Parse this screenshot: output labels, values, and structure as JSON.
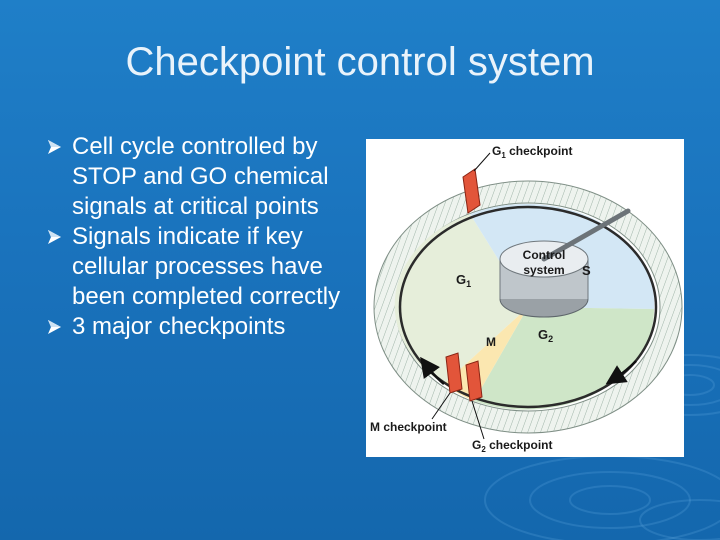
{
  "slide": {
    "title": "Checkpoint control system",
    "bullets": [
      {
        "text": "Cell cycle controlled by STOP and GO chemical signals at critical points"
      },
      {
        "text": "Signals indicate if key cellular processes have been completed correctly"
      },
      {
        "text": "3 major checkpoints"
      }
    ]
  },
  "diagram": {
    "g1_checkpoint_label": "G",
    "g1_checkpoint_sub": "1",
    "g1_checkpoint_suffix": " checkpoint",
    "control_system_line1": "Control",
    "control_system_line2": "system",
    "phase_g1": "G",
    "phase_g1_sub": "1",
    "phase_s": "S",
    "phase_g2": "G",
    "phase_g2_sub": "2",
    "phase_m": "M",
    "m_checkpoint_label": "M checkpoint",
    "g2_checkpoint_label": "G",
    "g2_checkpoint_sub": "2",
    "g2_checkpoint_suffix": " checkpoint"
  },
  "colors": {
    "background": "#1a73bd",
    "title": "#e9f3fb",
    "bullet_text": "#ffffff",
    "phase_g1": "#e6eeda",
    "phase_s": "#d3e7f5",
    "phase_g2": "#cfe6c8",
    "phase_m": "#fbe7b0",
    "checkpoint_flag": "#e2553a",
    "outer_ring": "#eef3ee"
  }
}
